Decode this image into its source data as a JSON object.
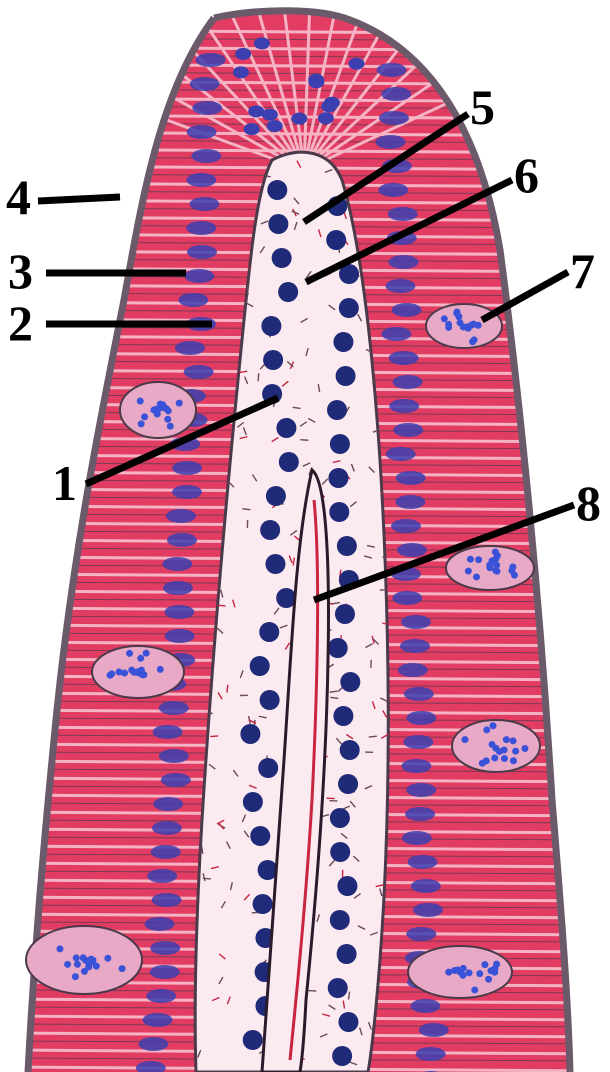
{
  "diagram": {
    "labels": [
      "1",
      "2",
      "3",
      "4",
      "5",
      "6",
      "7",
      "8"
    ]
  },
  "colors": {
    "epithelium_red": "#e23c63",
    "epithelium_pink": "#f5b3c4",
    "core_pale": "#fbeaf0",
    "nucleus_blue": "#3b3fb0",
    "dark_nucleus": "#1f2a78",
    "border_gray": "#6a5a6a",
    "goblet_pink": "#e8a9c6",
    "goblet_blue": "#3a52d8",
    "capillary_red": "#c8253f"
  }
}
